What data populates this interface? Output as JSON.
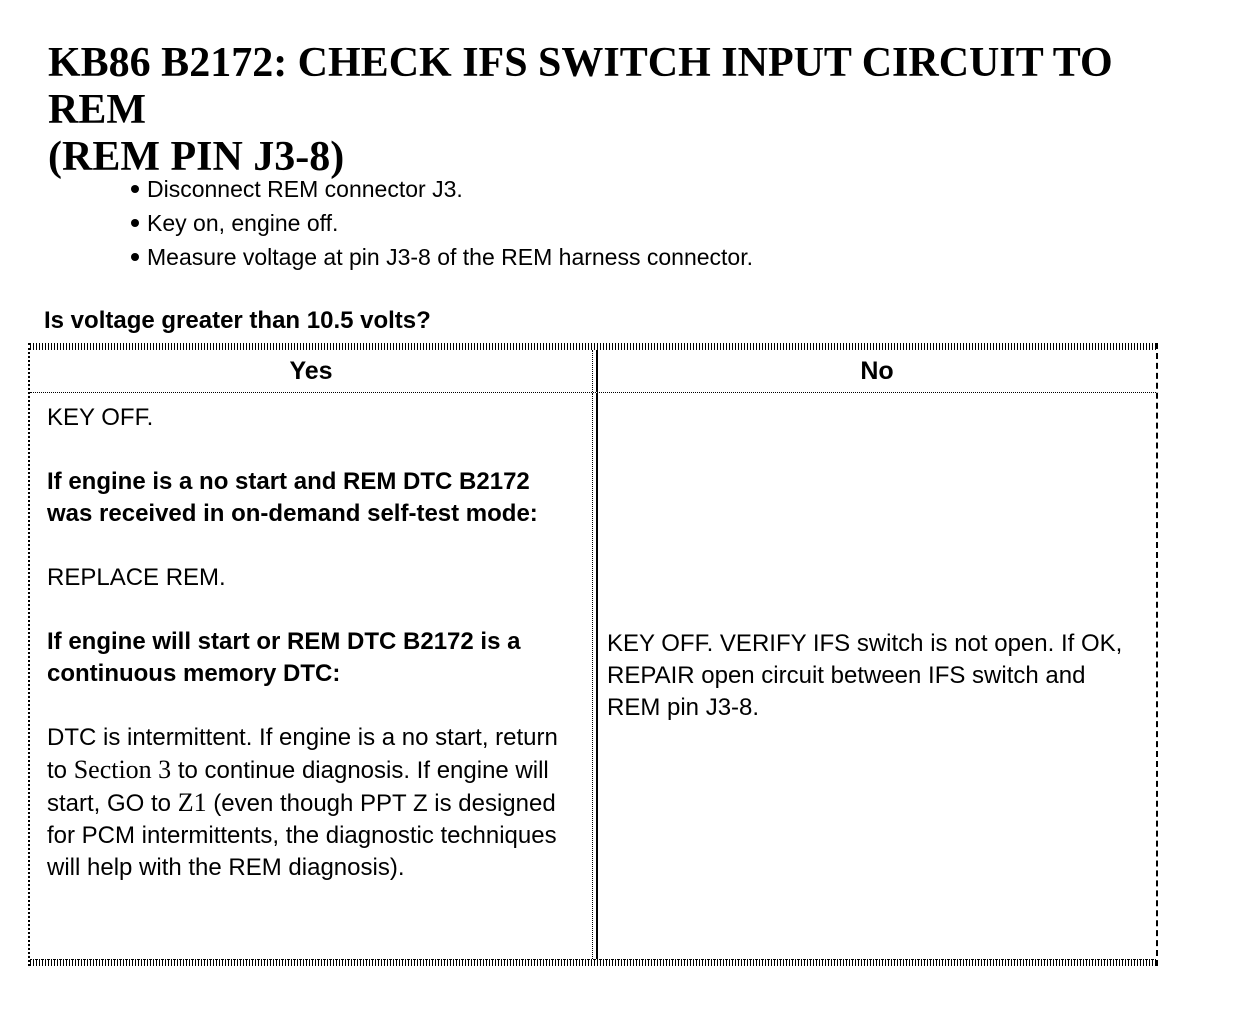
{
  "page": {
    "title_line1": "KB86 B2172: CHECK IFS SWITCH INPUT CIRCUIT TO REM",
    "title_line2": "(REM PIN J3-8)",
    "bullets": [
      "Disconnect REM connector J3.",
      "Key on, engine off.",
      "Measure voltage at pin J3-8 of the REM harness connector."
    ],
    "question": "Is voltage greater than 10.5 volts?"
  },
  "table": {
    "headers": {
      "yes": "Yes",
      "no": "No"
    },
    "yes_cell_paragraphs": [
      {
        "segments": [
          {
            "t": "KEY OFF."
          }
        ]
      },
      {
        "segments": [
          {
            "t": "If engine is a no start and REM DTC B2172 was received in on-demand self-test mode:",
            "b": true
          }
        ]
      },
      {
        "segments": [
          {
            "t": "REPLACE REM."
          }
        ]
      },
      {
        "segments": [
          {
            "t": "If engine will start or REM DTC B2172 is a continuous memory DTC:",
            "b": true
          }
        ]
      },
      {
        "segments": [
          {
            "t": "DTC is intermittent. If engine is a no start, return to "
          },
          {
            "t": "Section 3",
            "serif": true
          },
          {
            "t": " to continue diagnosis. If engine will start, GO to "
          },
          {
            "t": "Z1",
            "serif": true
          },
          {
            "t": " (even though PPT Z is designed for PCM intermittents, the diagnostic techniques will help with the REM diagnosis)."
          }
        ]
      }
    ],
    "no_cell_paragraphs": [
      {
        "segments": [
          {
            "t": "KEY OFF. VERIFY IFS switch is not open. If OK, REPAIR open circuit between IFS switch and REM pin J3-8."
          }
        ]
      }
    ]
  },
  "colors": {
    "text": "#000000",
    "background": "#ffffff"
  }
}
